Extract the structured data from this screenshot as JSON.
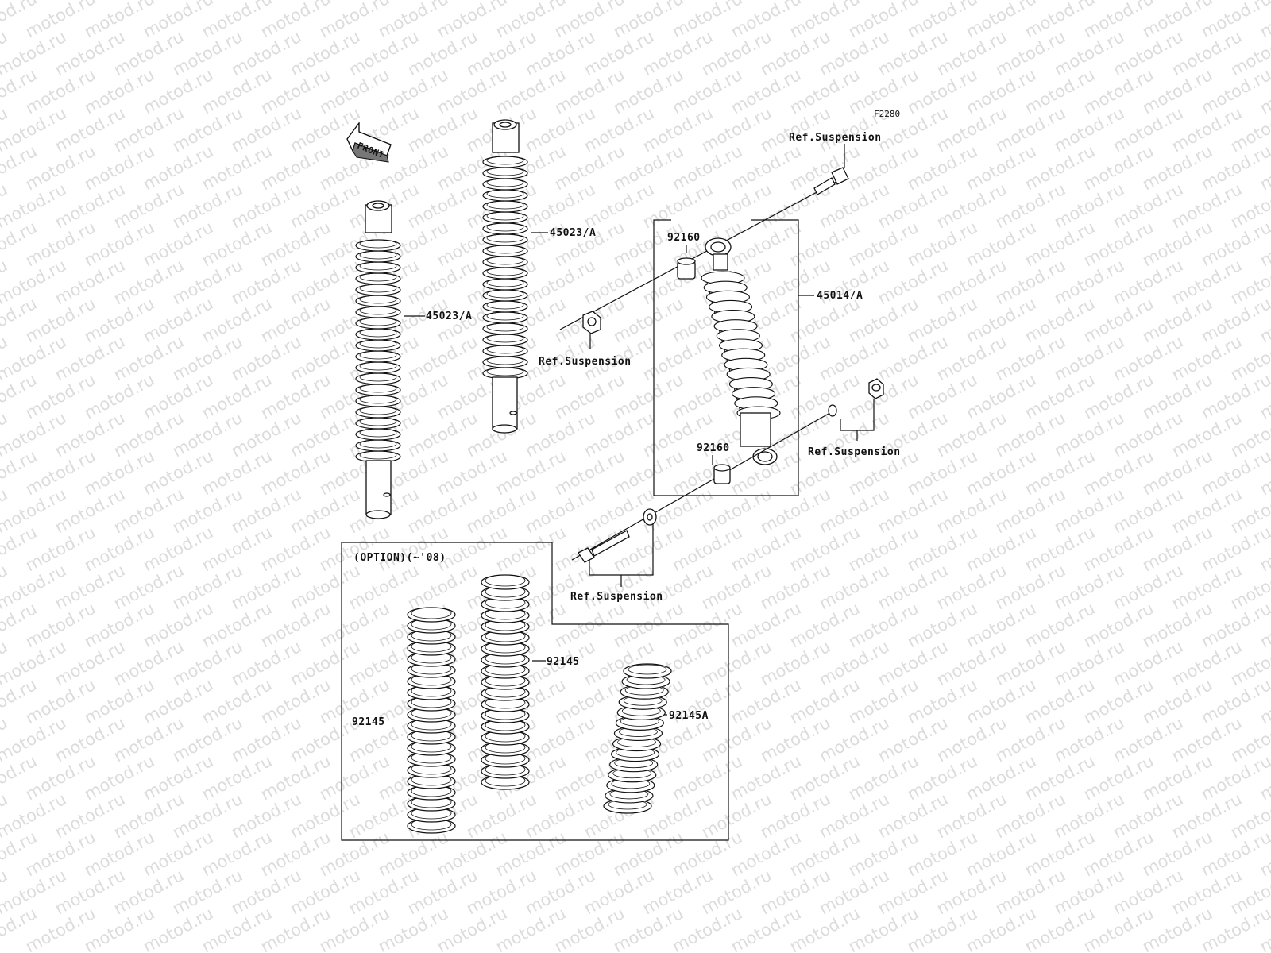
{
  "diagram": {
    "code": "F2280",
    "front_label": "FRONT",
    "watermark_text": "motod.ru",
    "labels": {
      "p45023_left": "45023/A",
      "p45023_right": "45023/A",
      "p45014": "45014/A",
      "p92160_top": "92160",
      "p92160_bottom": "92160",
      "ref_top": "Ref.Suspension",
      "ref_nut": "Ref.Suspension",
      "ref_right": "Ref.Suspension",
      "ref_bottom": "Ref.Suspension",
      "option": "(OPTION)(~'08)",
      "p92145_left": "92145",
      "p92145_mid": "92145",
      "p92145A": "92145A"
    },
    "colors": {
      "line": "#111111",
      "watermark": "#dcdcdc",
      "background": "#ffffff"
    }
  }
}
